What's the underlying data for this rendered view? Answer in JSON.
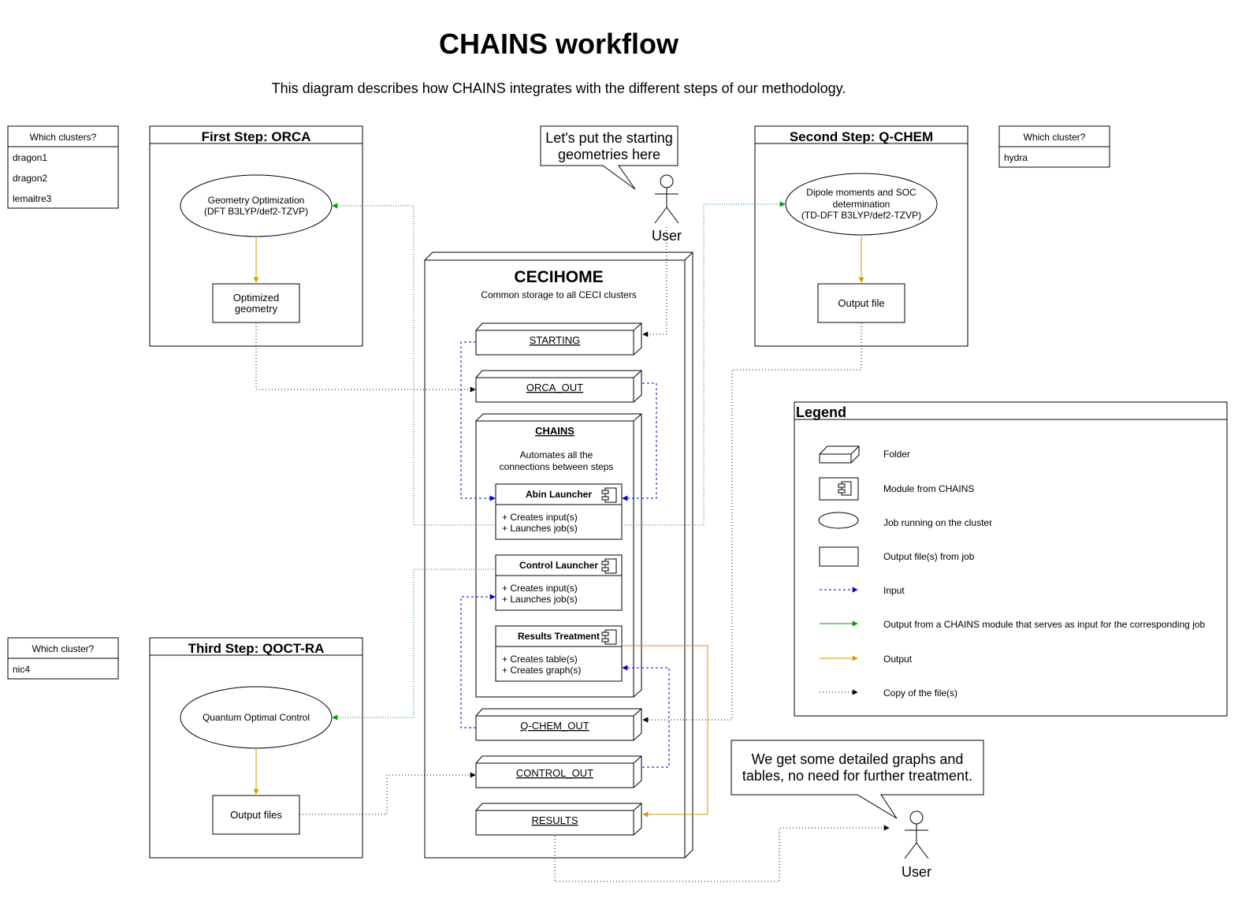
{
  "header": {
    "title": "CHAINS workflow",
    "description": "This diagram describes how CHAINS integrates with the different steps of our methodology."
  },
  "clusters": {
    "first": {
      "title": "Which clusters?",
      "items": [
        "dragon1",
        "dragon2",
        "lemaitre3"
      ]
    },
    "second": {
      "title": "Which cluster?",
      "items": [
        "hydra"
      ]
    },
    "third": {
      "title": "Which cluster?",
      "items": [
        "nic4"
      ]
    }
  },
  "steps": {
    "orca": {
      "title": "First Step: ORCA",
      "job_line1": "Geometry Optimization",
      "job_line2": "(DFT B3LYP/def2-TZVP)",
      "output_line1": "Optimized",
      "output_line2": "geometry"
    },
    "qchem": {
      "title": "Second Step: Q-CHEM",
      "job_line1": "Dipole moments and SOC",
      "job_line2": "determination",
      "job_line3": "(TD-DFT B3LYP/def2-TZVP)",
      "output": "Output file"
    },
    "qoct": {
      "title": "Third Step: QOCT-RA",
      "job": "Quantum Optimal Control",
      "output": "Output files"
    }
  },
  "callouts": {
    "top_line1": "Let's put the starting",
    "top_line2": "geometries here",
    "bottom_line1": "We get some detailed graphs and",
    "bottom_line2": "tables, no need for further treatment."
  },
  "actors": {
    "top": "User",
    "bottom": "User"
  },
  "cecihome": {
    "title": "CECIHOME",
    "subtitle": "Common storage to all CECI clusters",
    "folders": {
      "starting": "STARTING",
      "orca_out": "ORCA_OUT",
      "qchem_out": "Q-CHEM_OUT",
      "control_out": "CONTROL_OUT",
      "results": "RESULTS"
    }
  },
  "chains": {
    "title": "CHAINS",
    "desc_line1": "Automates all the",
    "desc_line2": "connections between steps",
    "modules": {
      "abin": {
        "name": "Abin Launcher",
        "line1": "+ Creates input(s)",
        "line2": "+ Launches job(s)"
      },
      "control": {
        "name": "Control Launcher",
        "line1": "+ Creates input(s)",
        "line2": "+ Launches job(s)"
      },
      "results": {
        "name": "Results Treatment",
        "line1": "+ Creates table(s)",
        "line2": "+ Creates graph(s)"
      }
    }
  },
  "legend": {
    "title": "Legend",
    "items": {
      "folder": "Folder",
      "module": "Module from CHAINS",
      "job": "Job running on the cluster",
      "output_file": "Output file(s) from job",
      "input": "Input",
      "chains_output": "Output from a CHAINS module that serves as input for the corresponding job",
      "output": "Output",
      "copy": "Copy of the file(s)"
    }
  },
  "colors": {
    "input": "#0000cc",
    "chains_output": "#009900",
    "output": "#d79b00",
    "copy": "#000000"
  }
}
